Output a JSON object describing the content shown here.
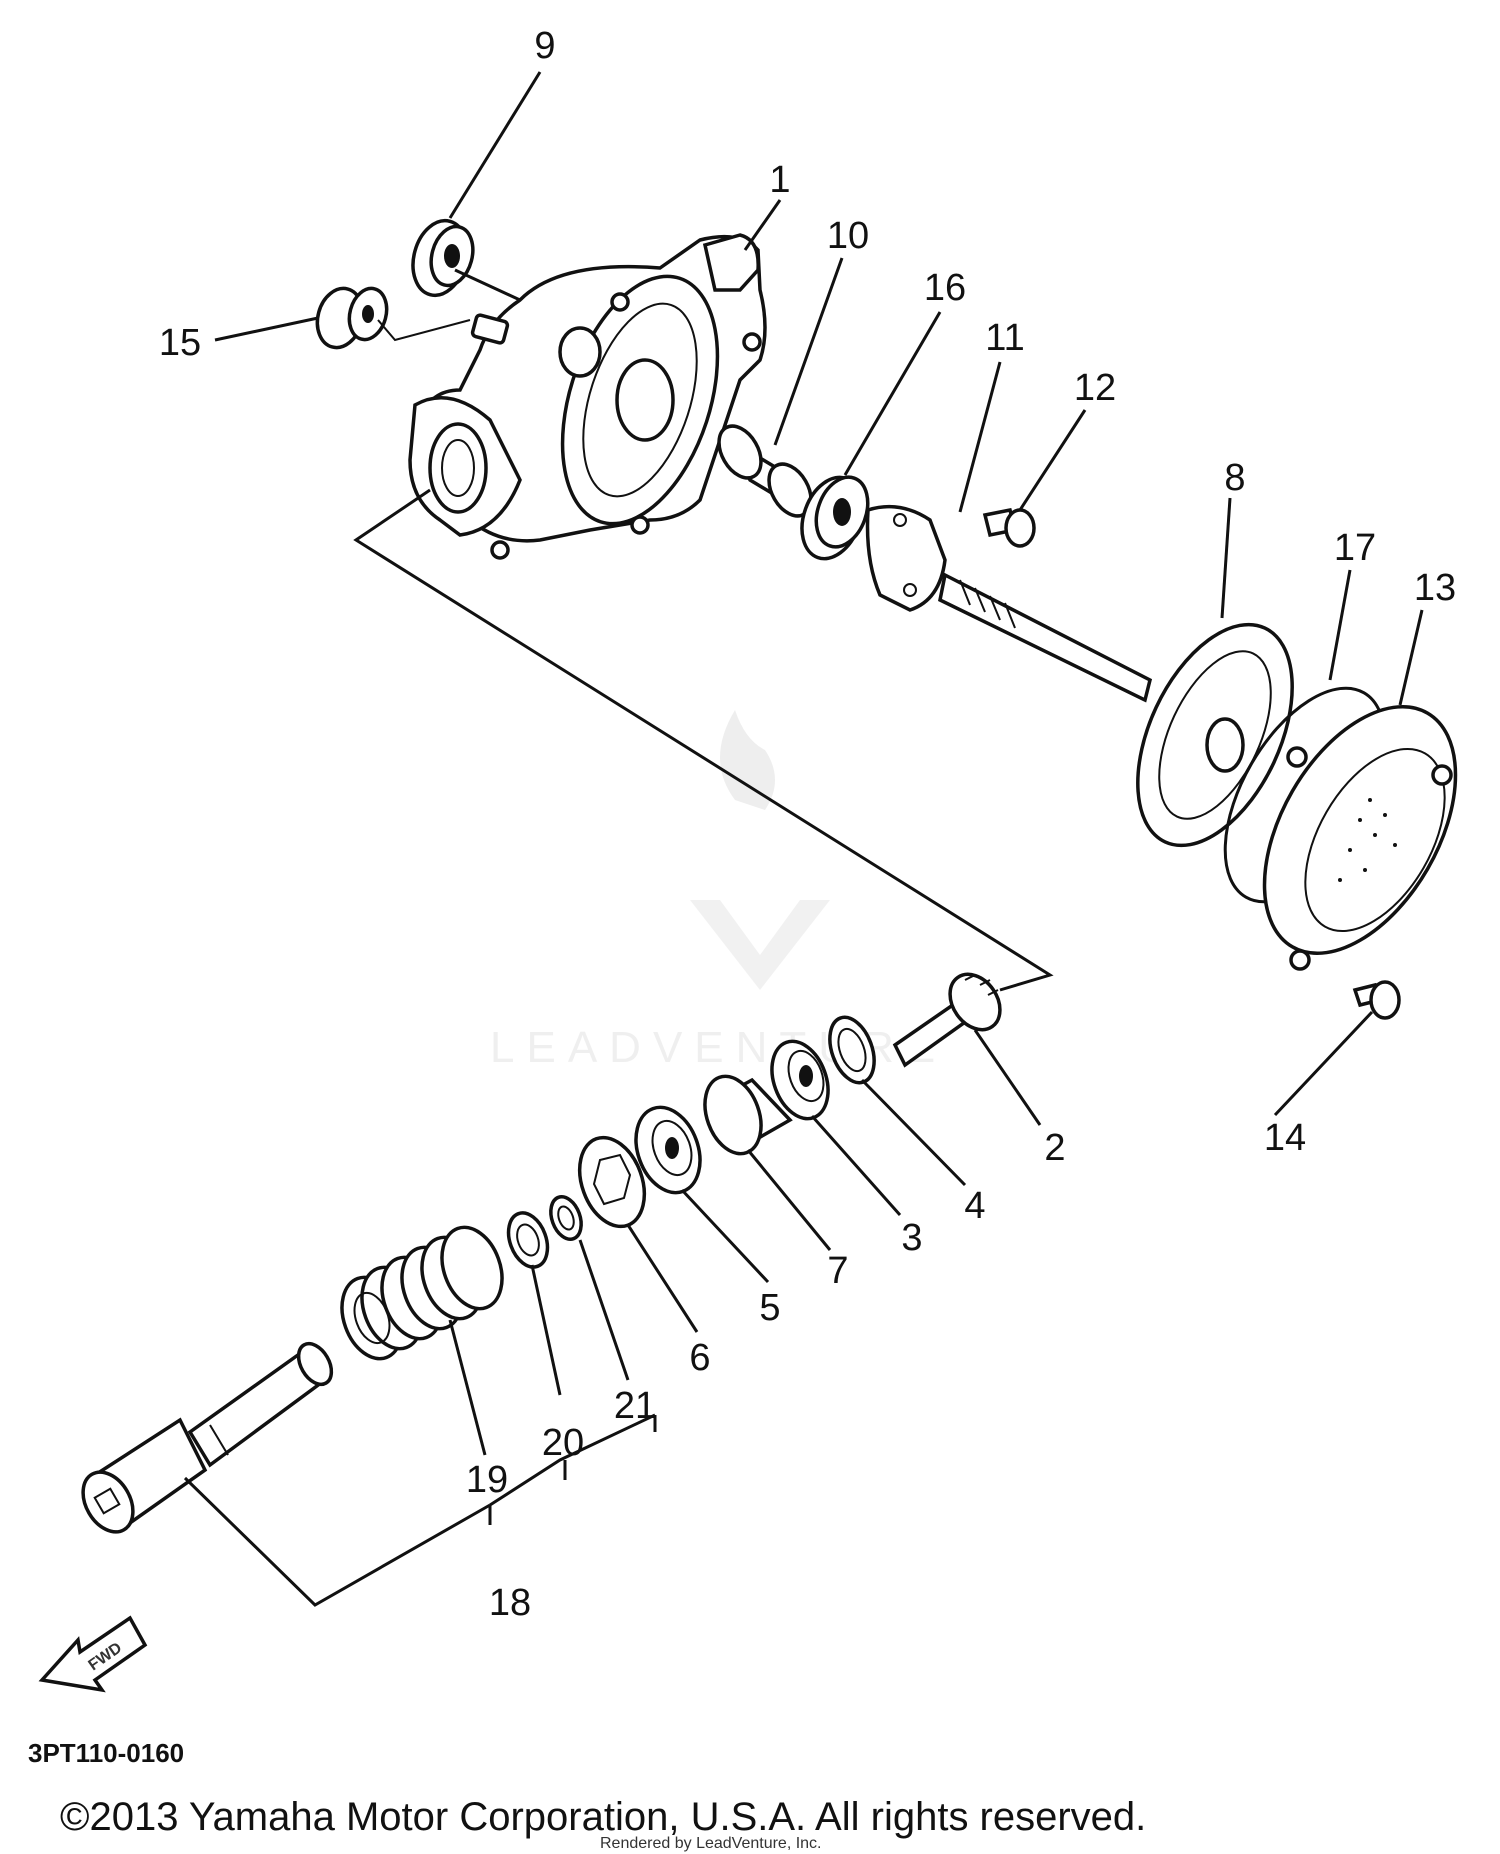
{
  "diagram": {
    "part_numbers": [
      "1",
      "2",
      "3",
      "4",
      "5",
      "6",
      "7",
      "8",
      "9",
      "10",
      "11",
      "12",
      "13",
      "14",
      "15",
      "16",
      "17",
      "18",
      "19",
      "20",
      "21"
    ],
    "drawing_code": "3PT110-0160",
    "copyright": "©2013 Yamaha Motor Corporation, U.S.A. All rights reserved.",
    "rendered_by": "Rendered by LeadVenture, Inc.",
    "watermark": "LEADVENTURE",
    "fwd_label": "FWD"
  }
}
